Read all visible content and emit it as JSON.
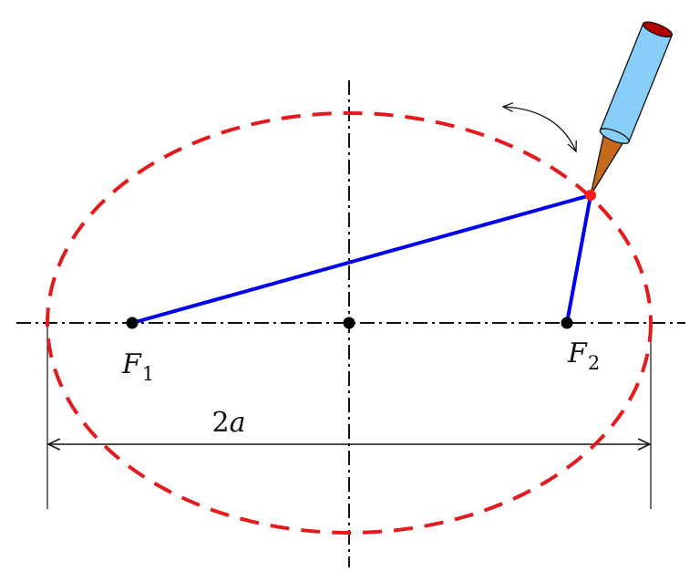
{
  "labels": {
    "focus_1": {
      "letter": "F",
      "subscript": "1"
    },
    "focus_2": {
      "letter": "F",
      "subscript": "2"
    },
    "major_axis": "2a"
  },
  "colors": {
    "ellipse": "#e41a1c",
    "string": "#0000ee",
    "axes": "#111111",
    "pen_point": "#ff1a1a",
    "pencil_body": "#87cefa",
    "pencil_cap": "#b00000",
    "pencil_wood": "#c46a1a"
  },
  "icons": {
    "drawing_tool": "pencil-icon",
    "motion": "curved-double-arrow-icon"
  }
}
